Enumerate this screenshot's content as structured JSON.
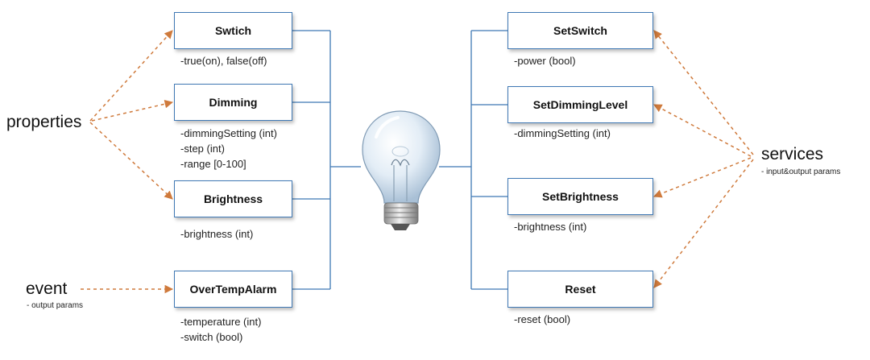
{
  "left_group": {
    "properties_label": "properties",
    "event_label": "event",
    "event_sublabel": "- output params"
  },
  "right_group": {
    "services_label": "services",
    "services_sublabel": "- input&output params"
  },
  "properties": [
    {
      "name": "Swtich",
      "params": [
        "-true(on), false(off)"
      ]
    },
    {
      "name": "Dimming",
      "params": [
        "-dimmingSetting (int)",
        "-step (int)",
        "-range [0-100]"
      ]
    },
    {
      "name": "Brightness",
      "params": [
        "-brightness (int)"
      ]
    }
  ],
  "event": {
    "name": "OverTempAlarm",
    "params": [
      "-temperature (int)",
      "-switch (bool)"
    ]
  },
  "services": [
    {
      "name": "SetSwitch",
      "params": [
        "-power (bool)"
      ]
    },
    {
      "name": "SetDimmingLevel",
      "params": [
        "-dimmingSetting (int)"
      ]
    },
    {
      "name": "SetBrightness",
      "params": [
        "-brightness (int)"
      ]
    },
    {
      "name": "Reset",
      "params": [
        "-reset (bool)"
      ]
    }
  ],
  "colors": {
    "box_border": "#3f78b4",
    "connector": "#3f78b4",
    "arrow": "#cf7a3c"
  },
  "center_icon": "light-bulb-icon"
}
